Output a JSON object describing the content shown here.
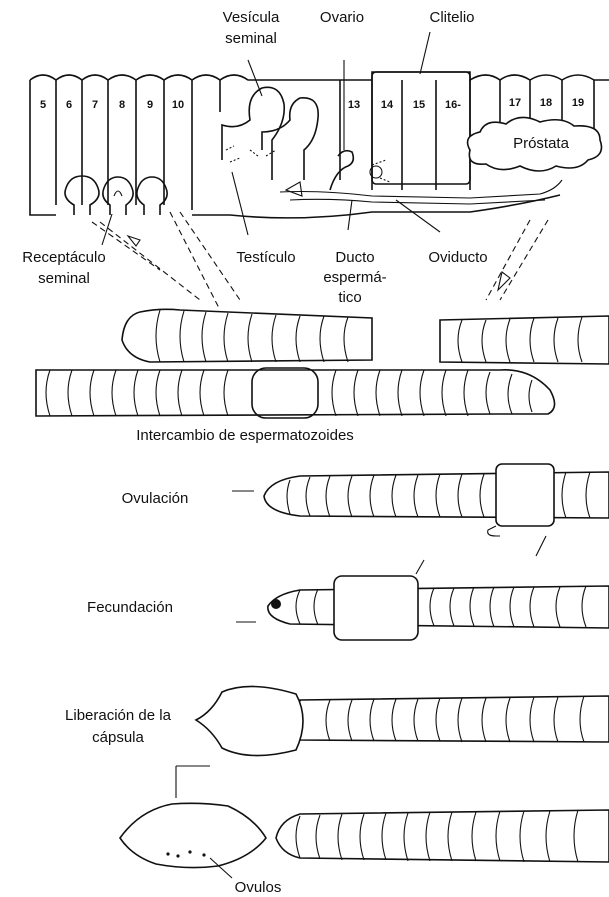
{
  "labels": {
    "vesicula_line1": "Vesícula",
    "vesicula_line2": "seminal",
    "ovario": "Ovario",
    "clitelio": "Clitelio",
    "prostata": "Próstata",
    "receptaculo_line1": "Receptáculo",
    "receptaculo_line2": "seminal",
    "testiculo": "Testículo",
    "ducto_line1": "Ducto",
    "ducto_line2": "espermá-",
    "ducto_line3": "tico",
    "oviducto": "Oviducto",
    "intercambio": "Intercambio de espermatozoides",
    "ovulacion": "Ovulación",
    "fecundacion": "Fecundación",
    "liberacion_line1": "Liberación de la",
    "liberacion_line2": "cápsula",
    "ovulos": "Ovulos"
  },
  "segments": [
    "5",
    "6",
    "7",
    "8",
    "9",
    "10",
    "",
    "13",
    "14",
    "15",
    "16-",
    "17",
    "18",
    "19"
  ]
}
